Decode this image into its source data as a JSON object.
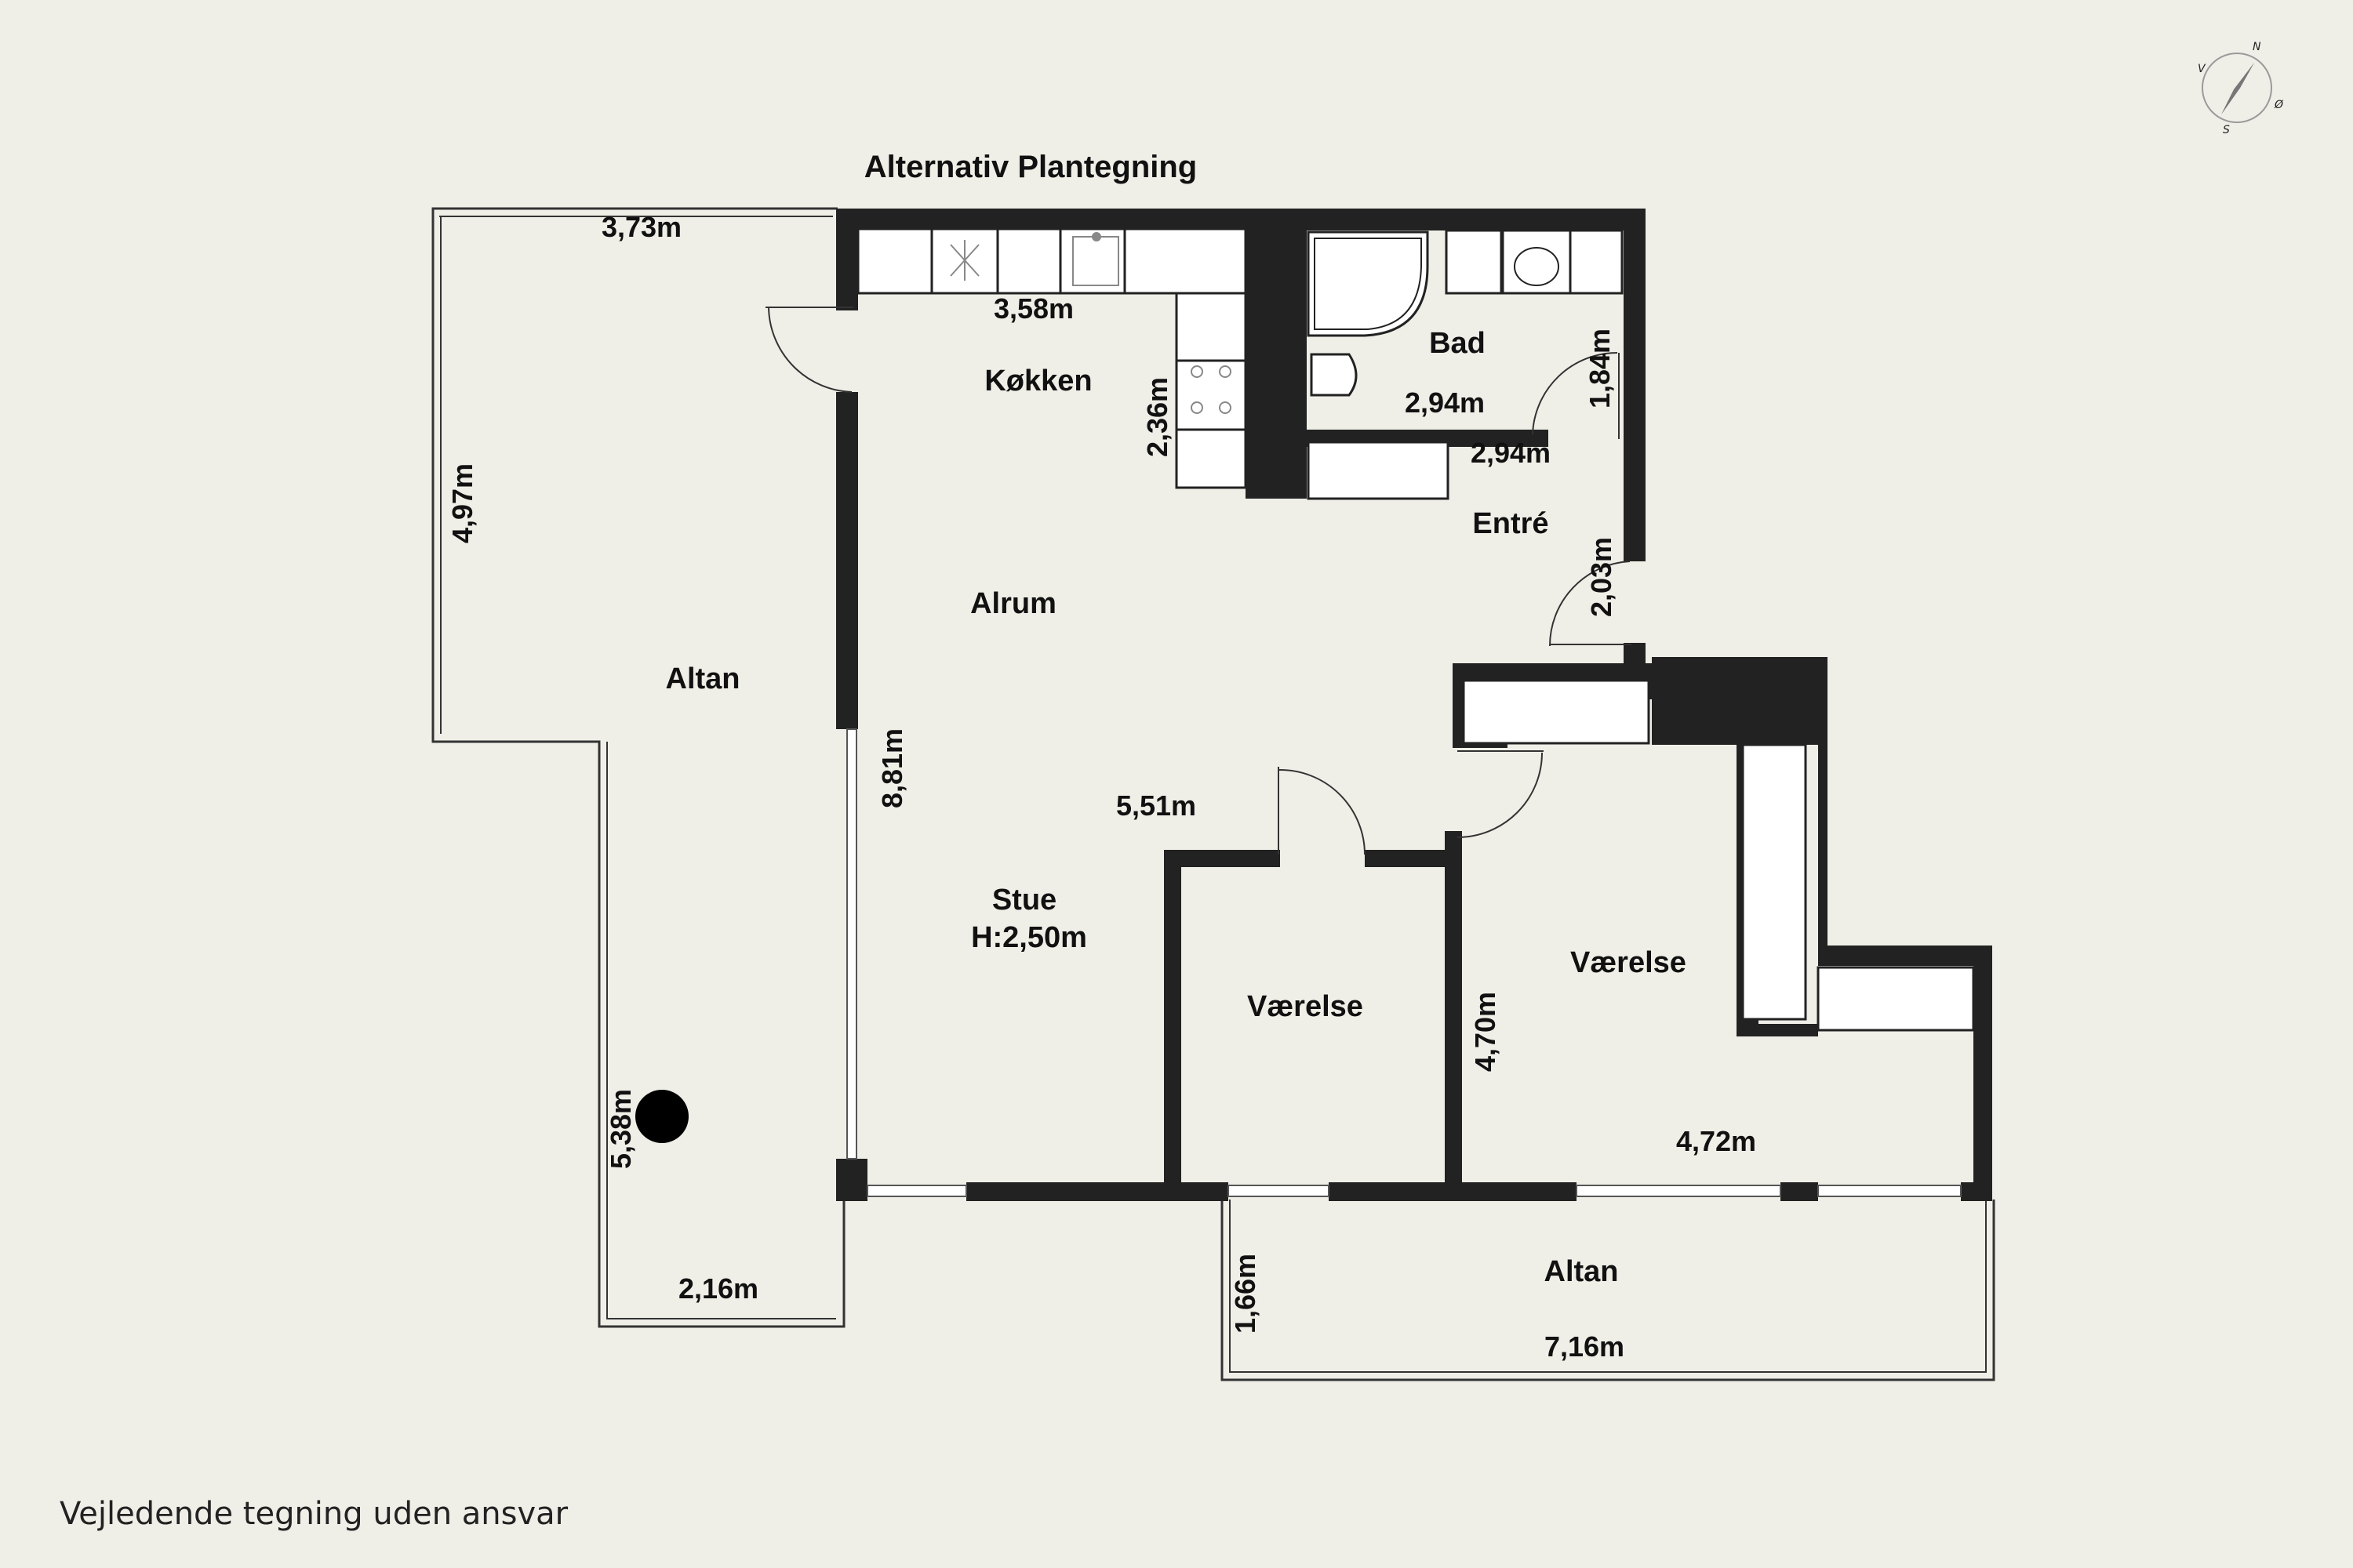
{
  "plan": {
    "title": "Alternativ Plantegning",
    "disclaimer": "Vejledende tegning uden ansvar",
    "compass": {
      "n": "N",
      "s": "S",
      "e": "Ø",
      "w": "V"
    },
    "rooms": {
      "kitchen": "Køkken",
      "bath": "Bad",
      "entry": "Entré",
      "family_room": "Alrum",
      "living_room": "Stue",
      "living_room_height": "H:2,50m",
      "bedroom_1": "Værelse",
      "bedroom_2": "Værelse",
      "balcony_west": "Altan",
      "balcony_south": "Altan"
    },
    "dimensions": {
      "balcony_west_top": "3,73m",
      "balcony_west_left": "4,97m",
      "balcony_west_lower": "5,38m",
      "balcony_west_bottom": "2,16m",
      "kitchen_width": "3,58m",
      "kitchen_depth": "2,36m",
      "bath_width": "2,94m",
      "bath_depth": "1,84m",
      "entry_width": "2,94m",
      "entry_depth": "2,03m",
      "living_depth": "8,81m",
      "living_width": "5,51m",
      "bedroom_2_depth": "4,70m",
      "bedroom_2_width": "4,72m",
      "balcony_south_depth": "1,66m",
      "balcony_south_width": "7,16m"
    }
  }
}
